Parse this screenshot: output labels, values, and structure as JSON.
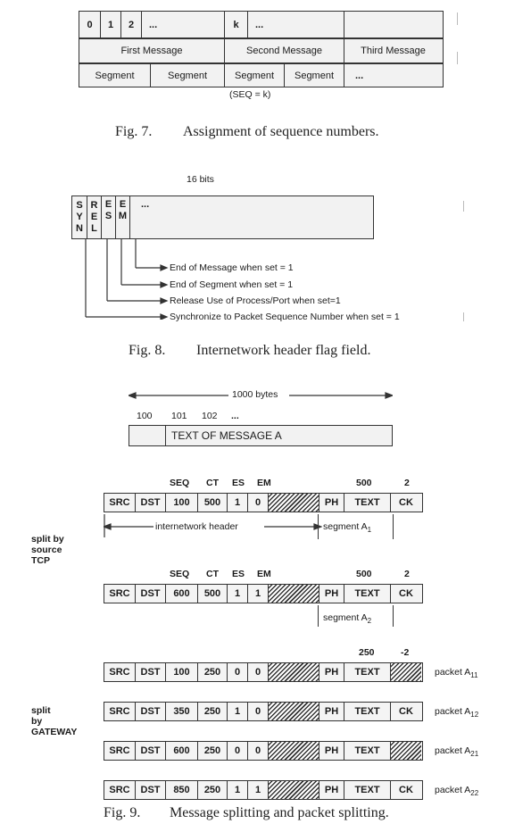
{
  "fig7": {
    "top_cells": [
      "0",
      "1",
      "2",
      "...",
      "k",
      "..."
    ],
    "messages": [
      "First Message",
      "Second Message",
      "Third Message"
    ],
    "segments": [
      "Segment",
      "Segment",
      "Segment",
      "Segment",
      "..."
    ],
    "seq_note": "(SEQ = k)",
    "caption_num": "Fig. 7.",
    "caption_text": "Assignment of sequence numbers."
  },
  "fig8": {
    "width_label": "16 bits",
    "flag_cols": [
      [
        "S",
        "Y",
        "N"
      ],
      [
        "R",
        "E",
        "L"
      ],
      [
        "E",
        "S",
        ""
      ],
      [
        "E",
        "M",
        ""
      ]
    ],
    "ellipsis": "...",
    "descriptions": [
      "End of Message when set = 1",
      "End of Segment when set = 1",
      "Release Use of Process/Port when set=1",
      "Synchronize to Packet Sequence Number when set = 1"
    ],
    "caption_num": "Fig. 8.",
    "caption_text": "Internetwork header flag field."
  },
  "fig9": {
    "bytes_label": "1000 bytes",
    "offsets": [
      "100",
      "101",
      "102",
      "..."
    ],
    "text_box": "TEXT OF MESSAGE A",
    "header_fields": [
      "SEQ",
      "CT",
      "ES",
      "EM"
    ],
    "split_tcp": "split by\nsource\nTCP",
    "split_gateway": "split\nby\nGATEWAY",
    "internetwork_header": "internetwork header",
    "segment_a1": "segment A",
    "segment_a1_sub": "1",
    "segment_a2": "segment A",
    "segment_a2_sub": "2",
    "rows": [
      {
        "cells": [
          "SRC",
          "DST",
          "100",
          "500",
          "1",
          "0"
        ],
        "ph": "PH",
        "text": "TEXT",
        "ck": "CK",
        "above_text": "500",
        "above_ck": "2"
      },
      {
        "cells": [
          "SRC",
          "DST",
          "600",
          "500",
          "1",
          "1"
        ],
        "ph": "PH",
        "text": "TEXT",
        "ck": "CK",
        "above_text": "500",
        "above_ck": "2"
      },
      {
        "cells": [
          "SRC",
          "DST",
          "100",
          "250",
          "0",
          "0"
        ],
        "ph": "PH",
        "text": "TEXT",
        "ck": "",
        "above_text": "250",
        "above_ck": "-2",
        "label": "packet A",
        "label_sub": "11"
      },
      {
        "cells": [
          "SRC",
          "DST",
          "350",
          "250",
          "1",
          "0"
        ],
        "ph": "PH",
        "text": "TEXT",
        "ck": "CK",
        "label": "packet A",
        "label_sub": "12"
      },
      {
        "cells": [
          "SRC",
          "DST",
          "600",
          "250",
          "0",
          "0"
        ],
        "ph": "PH",
        "text": "TEXT",
        "ck": "",
        "label": "packet A",
        "label_sub": "21"
      },
      {
        "cells": [
          "SRC",
          "DST",
          "850",
          "250",
          "1",
          "1"
        ],
        "ph": "PH",
        "text": "TEXT",
        "ck": "CK",
        "label": "packet A",
        "label_sub": "22"
      }
    ],
    "caption_num": "Fig. 9.",
    "caption_text": "Message splitting and packet splitting."
  }
}
